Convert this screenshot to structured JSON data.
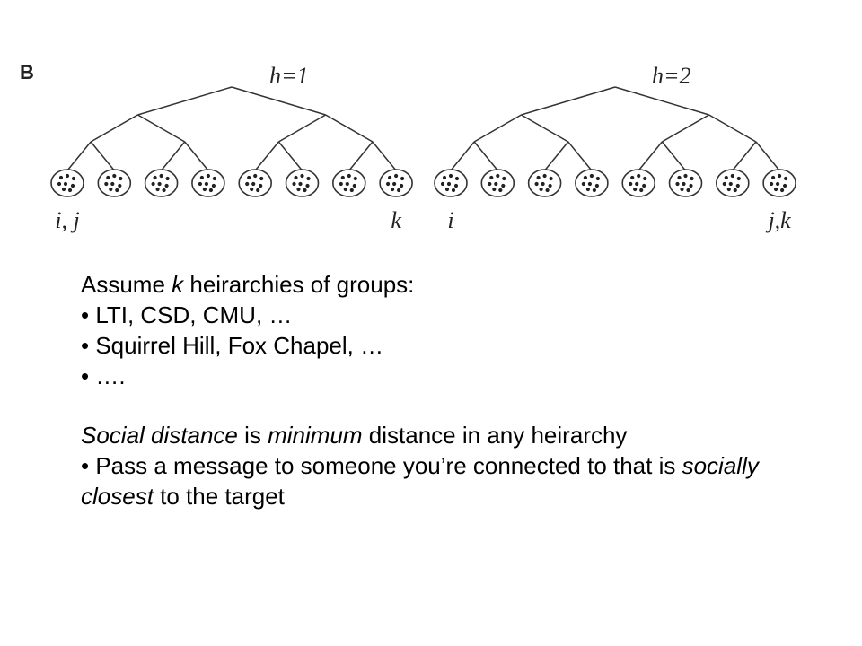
{
  "figure": {
    "panel_label": "B",
    "trees": [
      {
        "title": "h=1",
        "labels": [
          {
            "leaf": 0,
            "text": "i, j"
          },
          {
            "leaf": 7,
            "text": "k"
          }
        ]
      },
      {
        "title": "h=2",
        "labels": [
          {
            "leaf": 0,
            "text": "i"
          },
          {
            "leaf": 7,
            "text": "j,k"
          }
        ]
      }
    ]
  },
  "text": {
    "heading": {
      "pre": "Assume ",
      "em": "k",
      "post": " heirarchies of groups:"
    },
    "bullets": [
      "• LTI, CSD, CMU, …",
      "• Squirrel Hill, Fox Chapel, …",
      "• …."
    ],
    "distance": {
      "em1": "Social distance",
      "mid1": " is ",
      "em2": "minimum",
      "post": " distance in any heirarchy"
    },
    "pass": {
      "pre": "• Pass a message to someone you’re connected to that is ",
      "em": "socially closest",
      "post": " to the target"
    }
  }
}
